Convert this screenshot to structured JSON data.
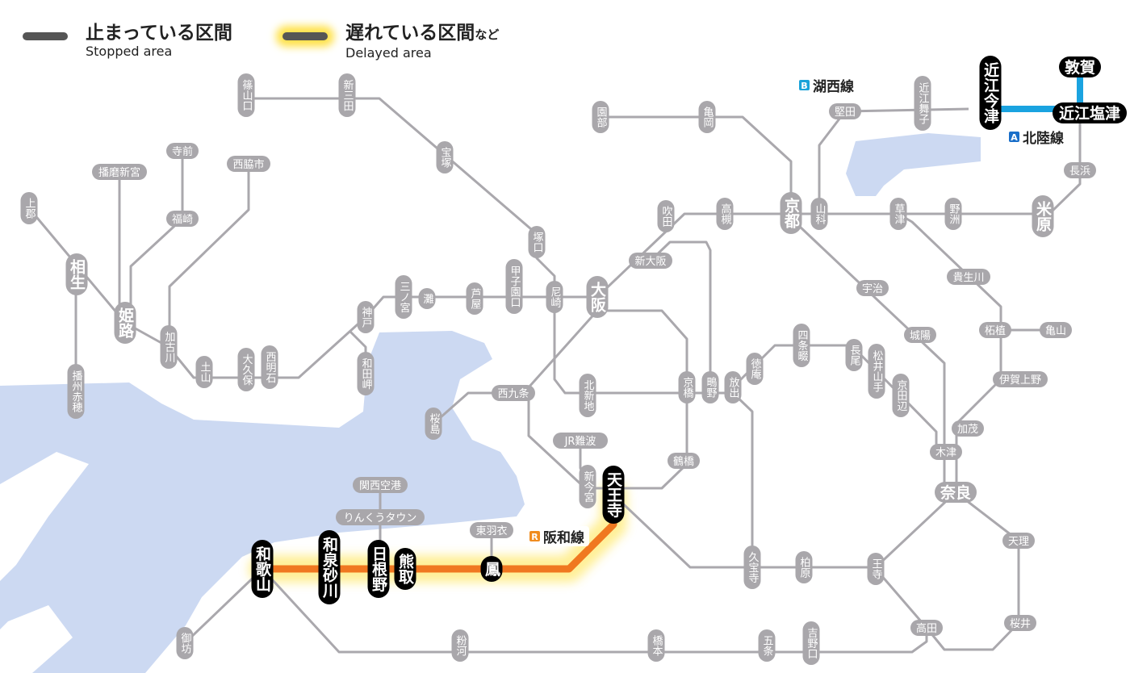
{
  "legend": {
    "stopped": {
      "jp": "止まっている区間",
      "en": "Stopped area"
    },
    "delayed": {
      "jp": "遅れている区間",
      "suffix": "など",
      "en": "Delayed area"
    }
  },
  "line_labels": [
    {
      "badge": "B",
      "name": "湖西線",
      "color": "#1aa3d9"
    },
    {
      "badge": "A",
      "name": "北陸線",
      "color": "#1a6fc9"
    },
    {
      "badge": "R",
      "name": "阪和線",
      "color": "#f08c1e"
    }
  ],
  "colors": {
    "water": "#ccd9f2",
    "line": "#aaa8ad",
    "station": "#a9a7ab",
    "affected": "#000000",
    "delay_line": "#f07820",
    "hokuriku_line": "#1aa3e0",
    "glow": "#ffe033"
  },
  "stations": [
    {
      "name": "篠山口",
      "status": "normal"
    },
    {
      "name": "新三田",
      "status": "normal"
    },
    {
      "name": "宝塚",
      "status": "normal"
    },
    {
      "name": "寺前",
      "status": "normal"
    },
    {
      "name": "播磨新宮",
      "status": "normal"
    },
    {
      "name": "西脇市",
      "status": "normal"
    },
    {
      "name": "上郡",
      "status": "normal"
    },
    {
      "name": "福崎",
      "status": "normal"
    },
    {
      "name": "相生",
      "status": "normal"
    },
    {
      "name": "姫路",
      "status": "normal"
    },
    {
      "name": "加古川",
      "status": "normal"
    },
    {
      "name": "土山",
      "status": "normal"
    },
    {
      "name": "大久保",
      "status": "normal"
    },
    {
      "name": "西明石",
      "status": "normal"
    },
    {
      "name": "神戸",
      "status": "normal"
    },
    {
      "name": "和田岬",
      "status": "normal"
    },
    {
      "name": "三ノ宮",
      "status": "normal"
    },
    {
      "name": "灘",
      "status": "normal"
    },
    {
      "name": "芦屋",
      "status": "normal"
    },
    {
      "name": "甲子園口",
      "status": "normal"
    },
    {
      "name": "尼崎",
      "status": "normal"
    },
    {
      "name": "塚口",
      "status": "normal"
    },
    {
      "name": "大阪",
      "status": "normal"
    },
    {
      "name": "北新地",
      "status": "normal"
    },
    {
      "name": "西九条",
      "status": "normal"
    },
    {
      "name": "桜島",
      "status": "normal"
    },
    {
      "name": "JR難波",
      "status": "normal"
    },
    {
      "name": "新今宮",
      "status": "normal"
    },
    {
      "name": "天王寺",
      "status": "delayed"
    },
    {
      "name": "鶴橋",
      "status": "normal"
    },
    {
      "name": "京橋",
      "status": "normal"
    },
    {
      "name": "鴫野",
      "status": "normal"
    },
    {
      "name": "放出",
      "status": "normal"
    },
    {
      "name": "新大阪",
      "status": "normal"
    },
    {
      "name": "吹田",
      "status": "normal"
    },
    {
      "name": "高槻",
      "status": "normal"
    },
    {
      "name": "京都",
      "status": "normal"
    },
    {
      "name": "山科",
      "status": "normal"
    },
    {
      "name": "園部",
      "status": "normal"
    },
    {
      "name": "亀岡",
      "status": "normal"
    },
    {
      "name": "堅田",
      "status": "normal"
    },
    {
      "name": "近江舞子",
      "status": "normal"
    },
    {
      "name": "近江今津",
      "status": "delayed"
    },
    {
      "name": "敦賀",
      "status": "delayed"
    },
    {
      "name": "近江塩津",
      "status": "delayed"
    },
    {
      "name": "長浜",
      "status": "normal"
    },
    {
      "name": "米原",
      "status": "normal"
    },
    {
      "name": "草津",
      "status": "normal"
    },
    {
      "name": "野洲",
      "status": "normal"
    },
    {
      "name": "宇治",
      "status": "normal"
    },
    {
      "name": "城陽",
      "status": "normal"
    },
    {
      "name": "貴生川",
      "status": "normal"
    },
    {
      "name": "柘植",
      "status": "normal"
    },
    {
      "name": "亀山",
      "status": "normal"
    },
    {
      "name": "伊賀上野",
      "status": "normal"
    },
    {
      "name": "加茂",
      "status": "normal"
    },
    {
      "name": "木津",
      "status": "normal"
    },
    {
      "name": "奈良",
      "status": "normal"
    },
    {
      "name": "天理",
      "status": "normal"
    },
    {
      "name": "桜井",
      "status": "normal"
    },
    {
      "name": "高田",
      "status": "normal"
    },
    {
      "name": "王寺",
      "status": "normal"
    },
    {
      "name": "柏原",
      "status": "normal"
    },
    {
      "name": "久宝寺",
      "status": "normal"
    },
    {
      "name": "徳庵",
      "status": "normal"
    },
    {
      "name": "四条畷",
      "status": "normal"
    },
    {
      "name": "長尾",
      "status": "normal"
    },
    {
      "name": "松井山手",
      "status": "normal"
    },
    {
      "name": "京田辺",
      "status": "normal"
    },
    {
      "name": "吉野口",
      "status": "normal"
    },
    {
      "name": "五条",
      "status": "normal"
    },
    {
      "name": "橋本",
      "status": "normal"
    },
    {
      "name": "粉河",
      "status": "normal"
    },
    {
      "name": "御坊",
      "status": "normal"
    },
    {
      "name": "和歌山",
      "status": "delayed"
    },
    {
      "name": "和泉砂川",
      "status": "delayed"
    },
    {
      "name": "日根野",
      "status": "delayed"
    },
    {
      "name": "熊取",
      "status": "delayed"
    },
    {
      "name": "鳳",
      "status": "delayed"
    },
    {
      "name": "東羽衣",
      "status": "normal"
    },
    {
      "name": "関西空港",
      "status": "normal"
    },
    {
      "name": "りんくうタウン",
      "status": "normal"
    },
    {
      "name": "播州赤穂",
      "status": "normal"
    }
  ]
}
